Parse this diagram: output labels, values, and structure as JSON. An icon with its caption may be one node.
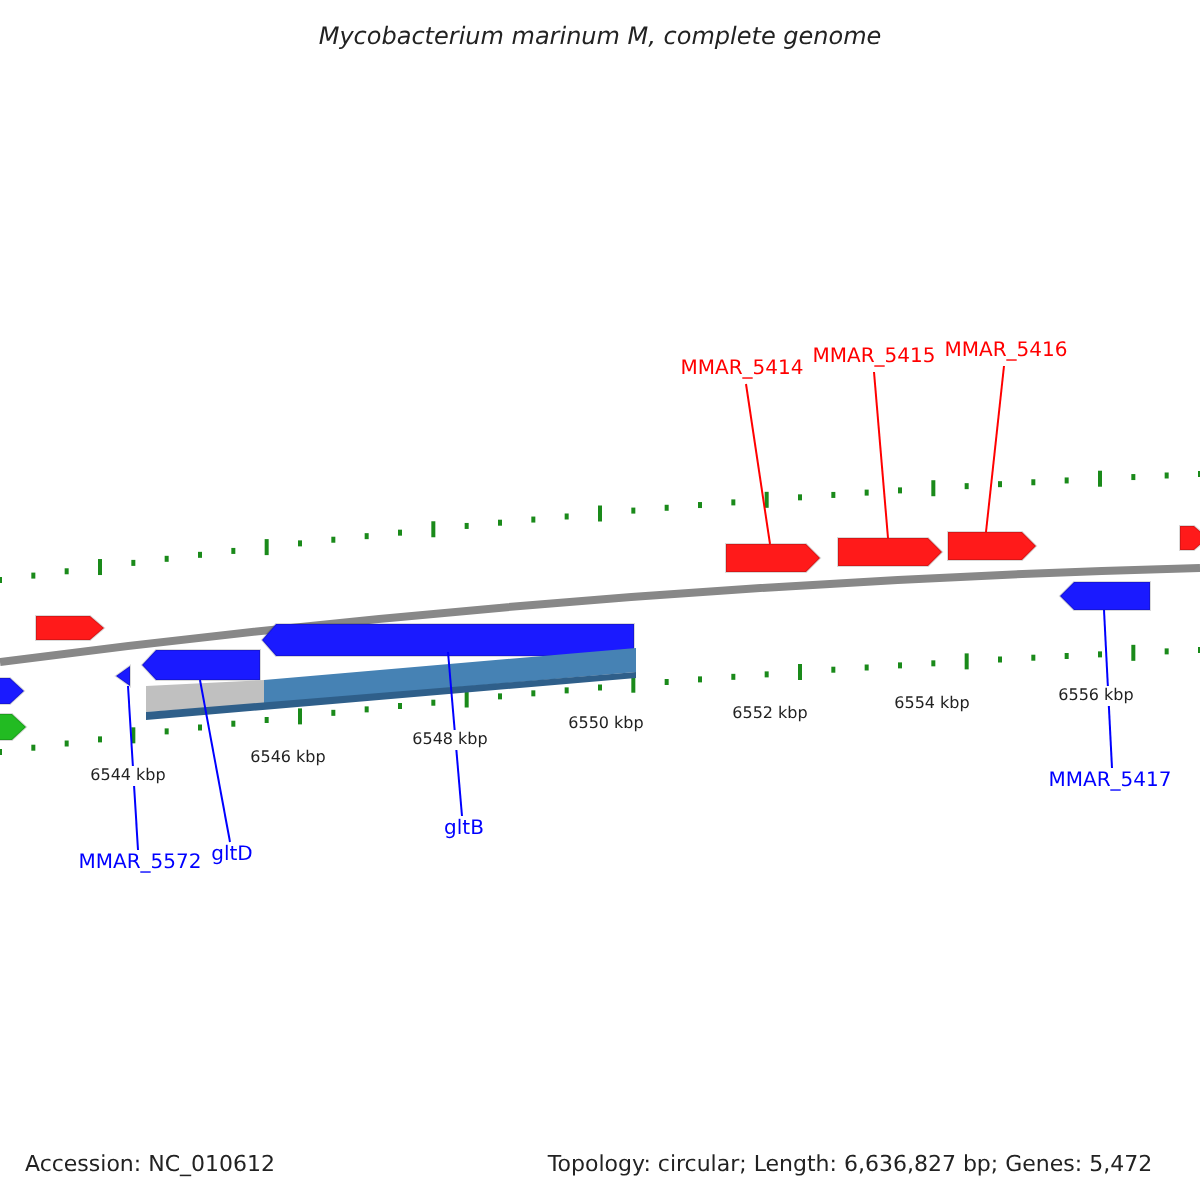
{
  "diagram": {
    "title": "Mycobacterium marinum M, complete genome",
    "nodes": [
      {
        "text": [
          "MMAR_5414"
        ]
      },
      {
        "text": [
          "MMAR_5415"
        ]
      },
      {
        "text": [
          "MMAR_5416"
        ]
      },
      {
        "text": [
          "MMAR_5572"
        ]
      },
      {
        "text": [
          "gltD"
        ]
      },
      {
        "text": [
          "gltB"
        ]
      },
      {
        "text": [
          "MMAR_5417"
        ]
      },
      {
        "text": [],
        "shape": "arrow"
      },
      {
        "text": [],
        "shape": "arrow"
      },
      {
        "text": [],
        "shape": "arrow"
      },
      {
        "text": [],
        "shape": "arrow"
      },
      {
        "text": [],
        "shape": "arrow"
      },
      {
        "text": [],
        "shape": "arrow"
      },
      {
        "text": [],
        "shape": "arrow"
      }
    ],
    "edges": [
      {
        "from": 0,
        "to": 10,
        "arrow": "none",
        "color": "#ff0000"
      },
      {
        "from": 1,
        "to": 11,
        "arrow": "none",
        "color": "#ff0000"
      },
      {
        "from": 2,
        "to": 12,
        "arrow": "none",
        "color": "#ff0000"
      },
      {
        "from": 3,
        "to": 7,
        "arrow": "none",
        "color": "#0000ff"
      },
      {
        "from": 4,
        "to": 8,
        "arrow": "none",
        "color": "#0000ff"
      },
      {
        "from": 5,
        "to": 9,
        "arrow": "none",
        "color": "#0000ff"
      },
      {
        "from": 6,
        "to": 13,
        "arrow": "none",
        "color": "#0000ff"
      }
    ],
    "labels": [
      "6544 kbp",
      "6546 kbp",
      "6548 kbp",
      "6550 kbp",
      "6552 kbp",
      "6554 kbp",
      "6556 kbp",
      "Accession: NC_010612",
      "Topology: circular; Length: 6,636,827 bp; Genes: 5,472"
    ]
  }
}
